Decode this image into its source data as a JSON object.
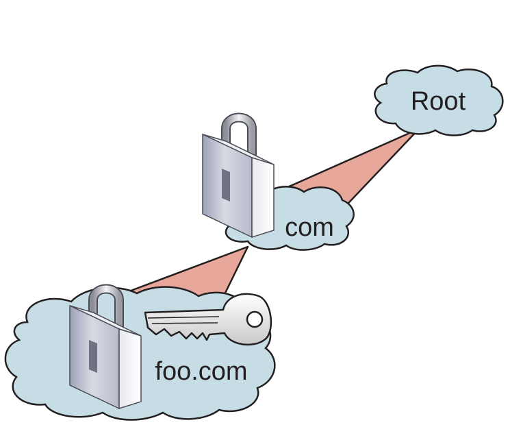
{
  "zones": {
    "root": {
      "label": "Root"
    },
    "com": {
      "label": "com"
    },
    "foo": {
      "label": "foo.com"
    }
  },
  "colors": {
    "cloud_fill": "#c6dde6",
    "cloud_stroke": "#231f20",
    "beam": "#e8a79b",
    "lock_body": "#c9ccd8",
    "lock_shadow": "#8e93a8",
    "key_fill": "#e6e6e6"
  },
  "icons": [
    "padlock-icon",
    "key-icon"
  ]
}
